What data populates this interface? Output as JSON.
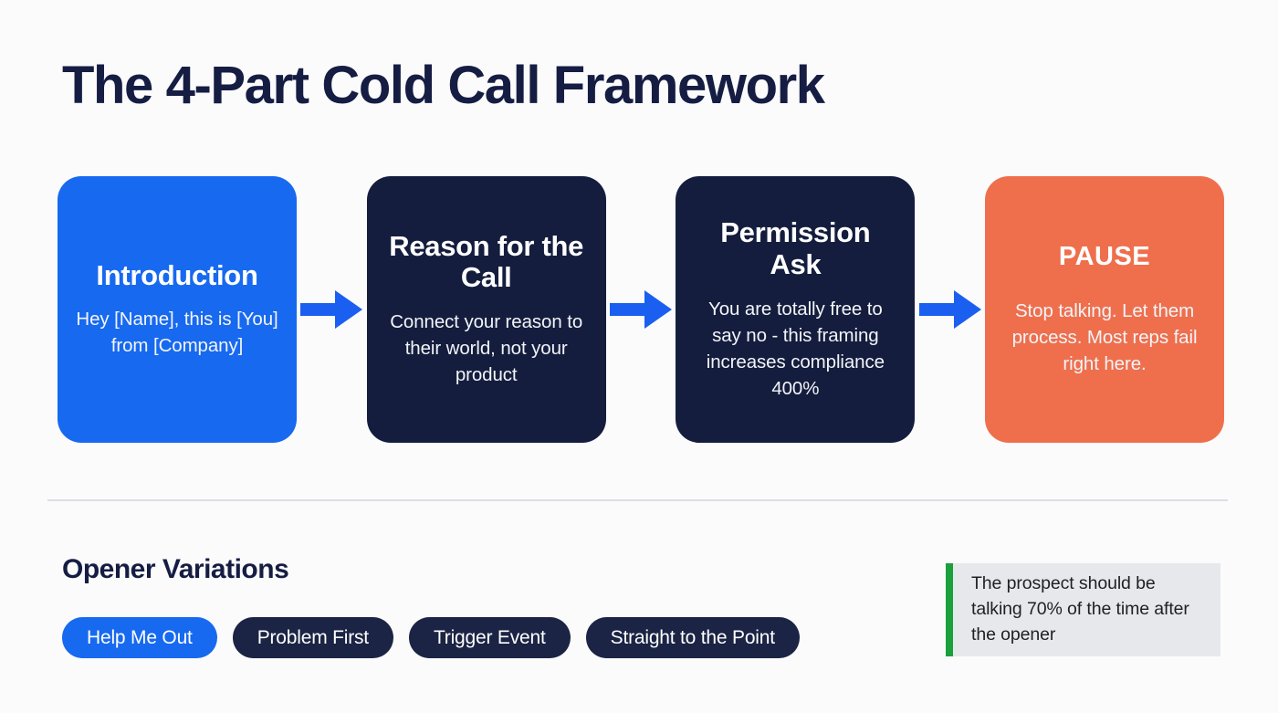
{
  "page": {
    "title": "The 4-Part Cold Call Framework",
    "background_color": "#fbfbfc",
    "title_color": "#161d43"
  },
  "flow": {
    "steps": [
      {
        "id": "introduction",
        "title": "Introduction",
        "body": "Hey [Name], this is [You] from [Company]",
        "color": "#1769f0",
        "style": "blue"
      },
      {
        "id": "reason-for-the-call",
        "title": "Reason for the Call",
        "body": "Connect your reason to their world, not your product",
        "color": "#141d3d",
        "style": "navy"
      },
      {
        "id": "permission-ask",
        "title": "Permission Ask",
        "body": "You are totally free to say no - this framing increases compliance 400%",
        "color": "#141d3d",
        "style": "navy"
      },
      {
        "id": "pause",
        "title": "PAUSE",
        "body": "Stop talking. Let them process. Most reps fail right here.",
        "color": "#ef6f4d",
        "style": "orange"
      }
    ],
    "connector_icon": "arrow-right-icon",
    "connector_color": "#1a5ff0"
  },
  "bottom": {
    "heading": "Opener Variations",
    "pills": [
      {
        "label": "Help Me Out",
        "style": "accent",
        "color": "#1769f0"
      },
      {
        "label": "Problem First",
        "style": "neutral",
        "color": "#1b2444"
      },
      {
        "label": "Trigger Event",
        "style": "neutral",
        "color": "#1b2444"
      },
      {
        "label": "Straight to the Point",
        "style": "neutral",
        "color": "#1b2444"
      }
    ],
    "callout": {
      "text": "The prospect should be talking 70% of the time after the opener",
      "accent_color": "#1aa03c",
      "background_color": "#e7e8ec"
    }
  }
}
